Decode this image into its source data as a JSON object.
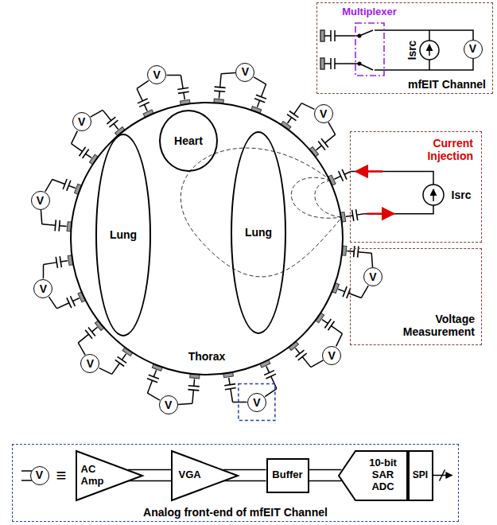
{
  "diagram": {
    "nodes": [
      {
        "text": [
          "mfEIT Channel"
        ]
      },
      {
        "text": [
          "Multiplexer"
        ],
        "in": 0
      },
      {
        "text": [
          "V"
        ],
        "in": 0
      },
      {
        "text": [
          "Thorax"
        ]
      },
      {
        "text": [
          "Heart"
        ],
        "in": 3
      },
      {
        "text": [
          "Lung"
        ],
        "in": 3
      },
      {
        "text": [
          "Lung"
        ],
        "in": 3
      },
      {
        "text": [
          "Current Injection"
        ]
      },
      {
        "text": [
          "Voltage Measurement"
        ]
      },
      {
        "text": [
          "V"
        ],
        "in": 8
      },
      {
        "text": [
          "V"
        ]
      },
      {
        "text": [
          "V"
        ]
      },
      {
        "text": [
          "V"
        ]
      },
      {
        "text": [
          "V"
        ]
      },
      {
        "text": [
          "V"
        ]
      },
      {
        "text": [
          "V"
        ]
      },
      {
        "text": [
          "V"
        ]
      },
      {
        "text": [
          "V"
        ]
      },
      {
        "text": [
          "V"
        ]
      },
      {
        "text": [
          "V"
        ]
      },
      {
        "text": [
          "Analog front-end of mfEIT Channel"
        ]
      },
      {
        "text": [
          "V"
        ],
        "in": 20
      },
      {
        "text": [
          "AC Amp"
        ],
        "in": 20
      },
      {
        "text": [
          "VGA"
        ],
        "in": 20
      },
      {
        "text": [
          "Buffer"
        ],
        "in": 20
      },
      {
        "text": [
          "10-bit SAR ADC"
        ],
        "in": 20
      },
      {
        "text": [
          "SPI"
        ],
        "in": 20
      }
    ],
    "edges": [
      {
        "from": 22,
        "to": 23,
        "arrow": "none"
      },
      {
        "from": 23,
        "to": 24,
        "arrow": "none"
      },
      {
        "from": 24,
        "to": 25,
        "arrow": "none"
      }
    ],
    "labels": [
      "Isrc",
      "Isrc",
      "≡"
    ]
  }
}
